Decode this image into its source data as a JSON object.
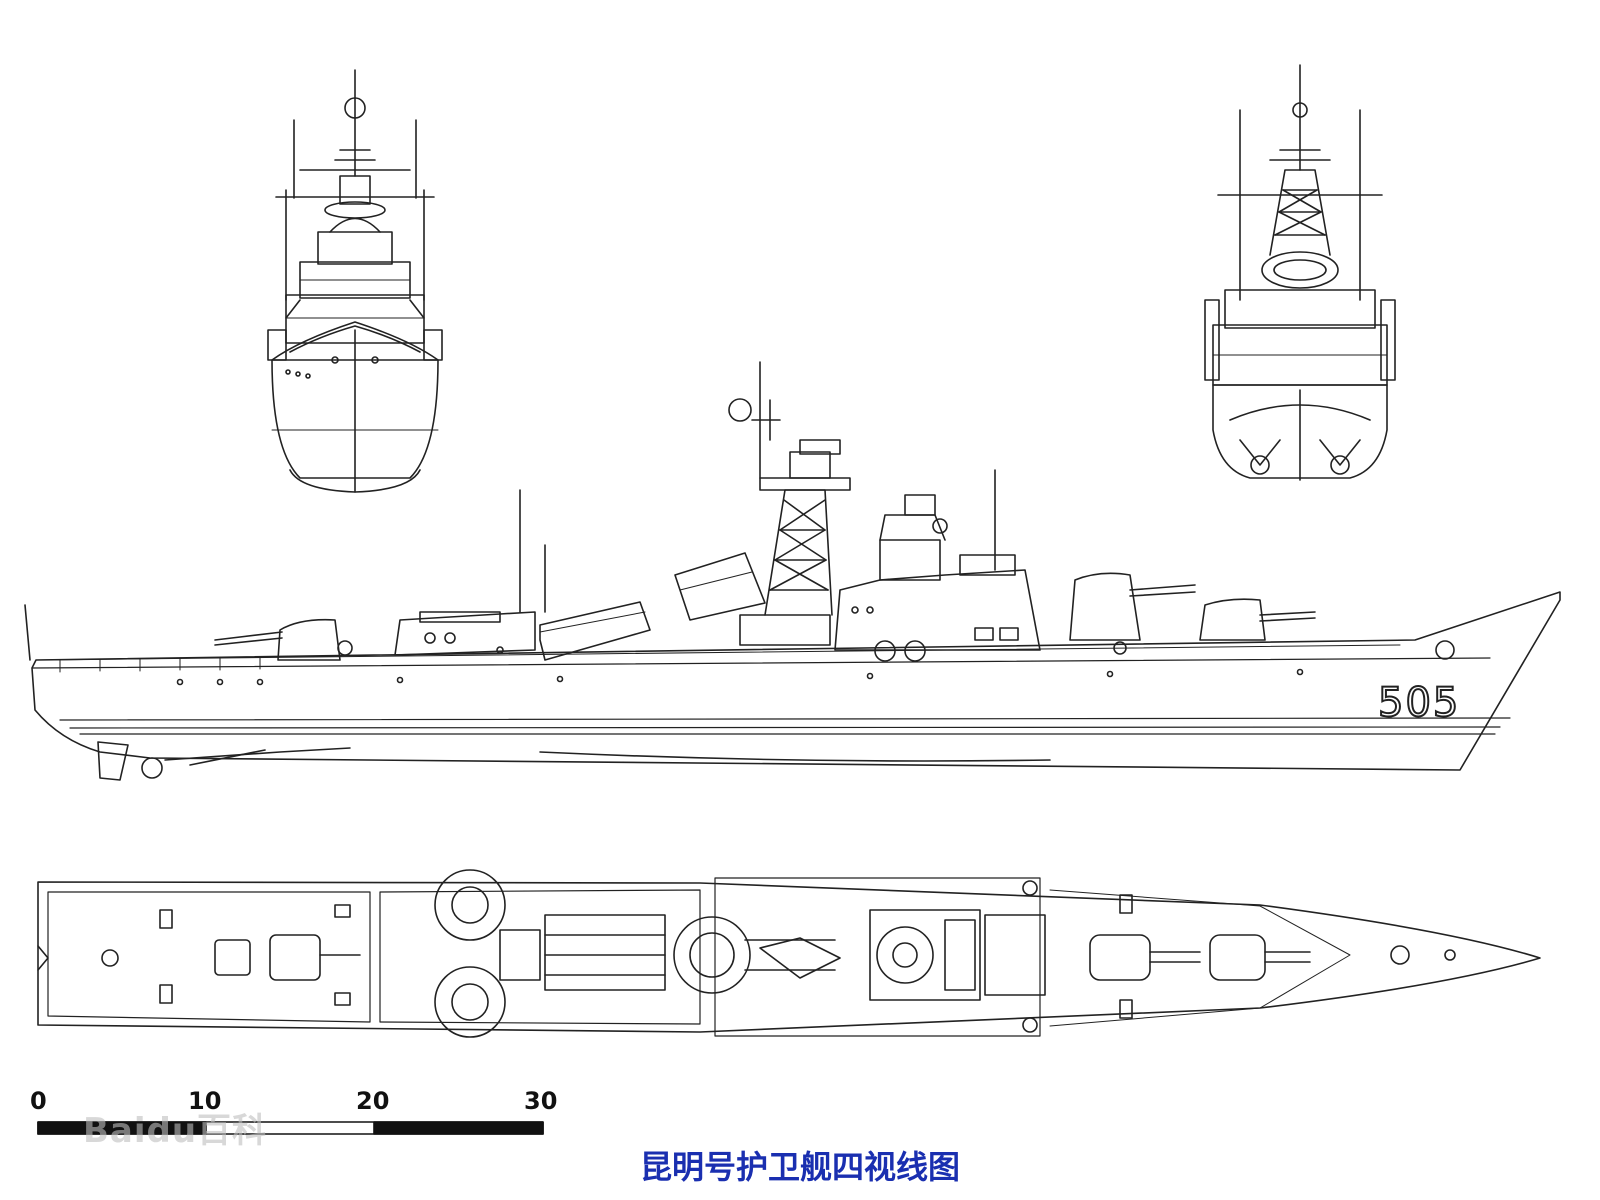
{
  "hull_number": "505",
  "scale_bar": {
    "labels": [
      "0",
      "10",
      "20",
      "30"
    ]
  },
  "caption": "昆明号护卫舰四视线图",
  "watermark": "Baidu百科",
  "colors": {
    "line": "#222222",
    "caption": "#1a2fb0",
    "background": "#ffffff"
  }
}
